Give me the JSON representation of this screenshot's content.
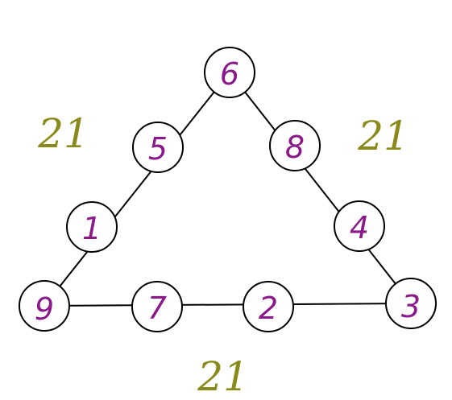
{
  "colors": {
    "node_text": "#8a1a8a",
    "sum_text": "#8a8a1a",
    "line": "#000000"
  },
  "nodes": [
    {
      "id": "top",
      "value": "6"
    },
    {
      "id": "left-upper",
      "value": "5"
    },
    {
      "id": "right-upper",
      "value": "8"
    },
    {
      "id": "left-lower",
      "value": "1"
    },
    {
      "id": "right-lower",
      "value": "4"
    },
    {
      "id": "bottom-left",
      "value": "9"
    },
    {
      "id": "bottom-mid-left",
      "value": "7"
    },
    {
      "id": "bottom-mid-right",
      "value": "2"
    },
    {
      "id": "bottom-right",
      "value": "3"
    }
  ],
  "sums": {
    "left": "21",
    "right": "21",
    "bottom": "21"
  }
}
